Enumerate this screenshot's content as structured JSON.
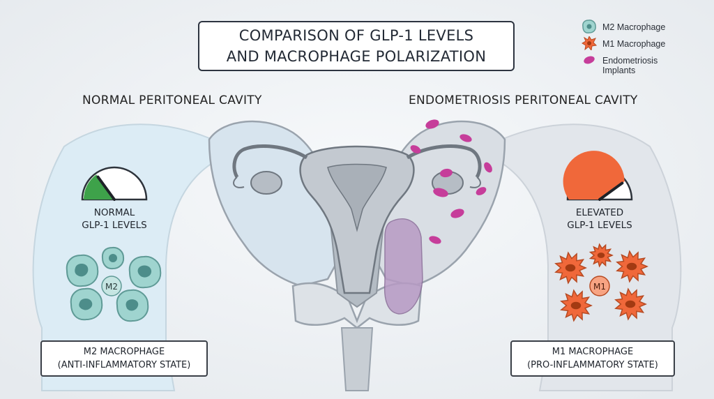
{
  "title": {
    "line1": "COMPARISON OF GLP-1 LEVELS",
    "line2": "AND MACROPHAGE POLARIZATION"
  },
  "legend": {
    "items": [
      {
        "label": "M2 Macrophage",
        "icon": "m2-macrophage-icon",
        "color": "#8fcdc8"
      },
      {
        "label": "M1 Macrophage",
        "icon": "m1-macrophage-icon",
        "color": "#f0683a"
      },
      {
        "label": "Endometriosis Implants",
        "icon": "implant-icon",
        "color": "#c63d9a"
      }
    ]
  },
  "left": {
    "heading": "NORMAL PERITONEAL CAVITY",
    "gauge": {
      "line1": "NORMAL",
      "line2": "GLP-1 LEVELS",
      "level": 0.3,
      "color": "#3ea24a"
    },
    "cell_label": "M2",
    "state_box": {
      "line1": "M2 MACROPHAGE",
      "line2": "(ANTI-INFLAMMATORY STATE)"
    }
  },
  "right": {
    "heading": "ENDOMETRIOSIS PERITONEAL CAVITY",
    "gauge": {
      "line1": "ELEVATED",
      "line2": "GLP-1 LEVELS",
      "level": 0.8,
      "color": "#f0683a"
    },
    "cell_label": "M1",
    "state_box": {
      "line1": "M1 MACROPHAGE",
      "line2": "(PRO-INFLAMMATORY STATE)"
    }
  },
  "colors": {
    "background": "#eef1f4",
    "left_panel": "#dfeef6",
    "right_panel": "#e3e7ec",
    "pelvis": "#b9c0c8",
    "uterus": "#c2c8cf",
    "m2": "#8fcdc8",
    "m1": "#f0683a",
    "implant": "#c63d9a"
  }
}
